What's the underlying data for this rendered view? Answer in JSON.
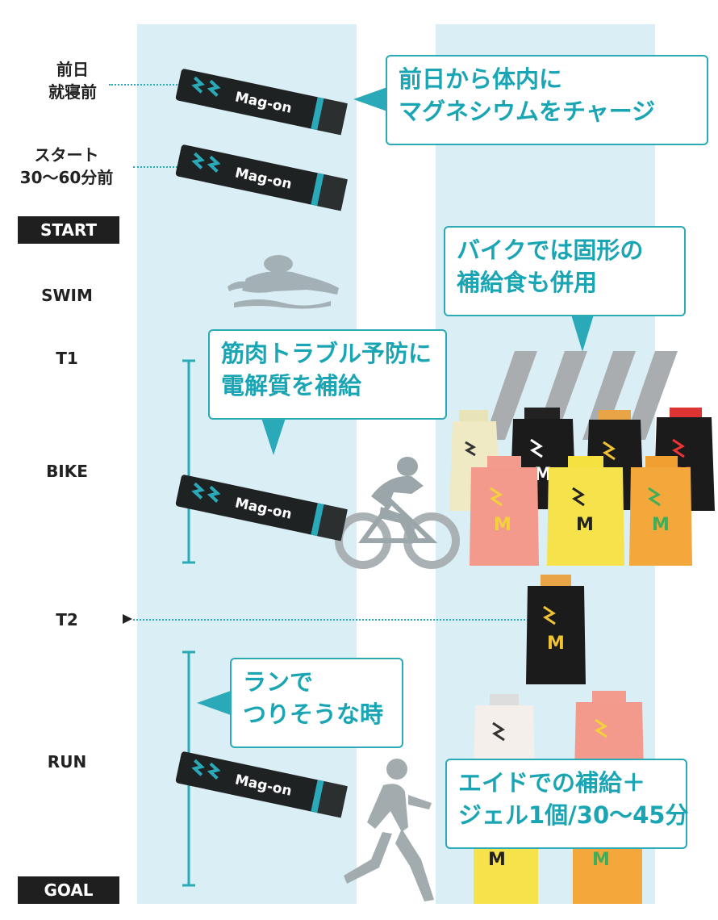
{
  "timeline": {
    "labels": {
      "eve": [
        "前日",
        "就寝前"
      ],
      "before_start": [
        "スタート",
        "30〜60分前"
      ],
      "start": "START",
      "swim": "SWIM",
      "t1": "T1",
      "bike": "BIKE",
      "t2": "T2",
      "run": "RUN",
      "goal": "GOAL"
    }
  },
  "callouts": {
    "charge": [
      "前日から体内に",
      "マグネシウムをチャージ"
    ],
    "bike_food": [
      "バイクでは固形の",
      "補給食も併用"
    ],
    "cramp": [
      "筋肉トラブル予防に",
      "電解質を補給"
    ],
    "run_cramp": [
      "ランで",
      "つりそうな時"
    ],
    "aid": [
      "エイドでの補給＋",
      "ジェル1個/30〜45分"
    ]
  },
  "product": {
    "stick_brand": "Mag-on"
  },
  "colors": {
    "accent": "#2aa9b8",
    "column": "#daeef5",
    "dark": "#1f1f1f"
  }
}
